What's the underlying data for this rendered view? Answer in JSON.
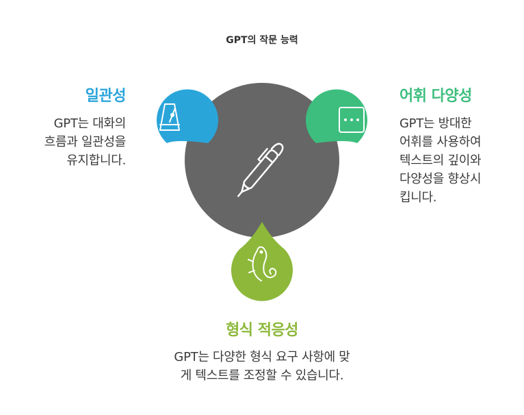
{
  "title": "GPT의 작문 능력",
  "colors": {
    "center": "#666666",
    "consistency": "#2AA5DA",
    "vocabulary": "#3DBE7E",
    "adaptation": "#8DB83A"
  },
  "center_icon": "pen-icon",
  "sections": {
    "consistency": {
      "icon": "metronome-icon",
      "heading": "일관성",
      "lines": [
        "GPT는 대화의",
        "흐름과 일관성을",
        "유지합니다."
      ]
    },
    "vocabulary": {
      "icon": "ellipsis-box-icon",
      "heading": "어휘 다양성",
      "lines": [
        "GPT는 방대한",
        "어휘를 사용하여",
        "텍스트의 깊이와",
        "다양성을 향상시",
        "킵니다."
      ]
    },
    "adaptation": {
      "icon": "chameleon-icon",
      "heading": "형식 적응성",
      "lines": [
        "GPT는 다양한 형식 요구 사항에 맞",
        "게 텍스트를 조정할 수 있습니다."
      ]
    }
  }
}
